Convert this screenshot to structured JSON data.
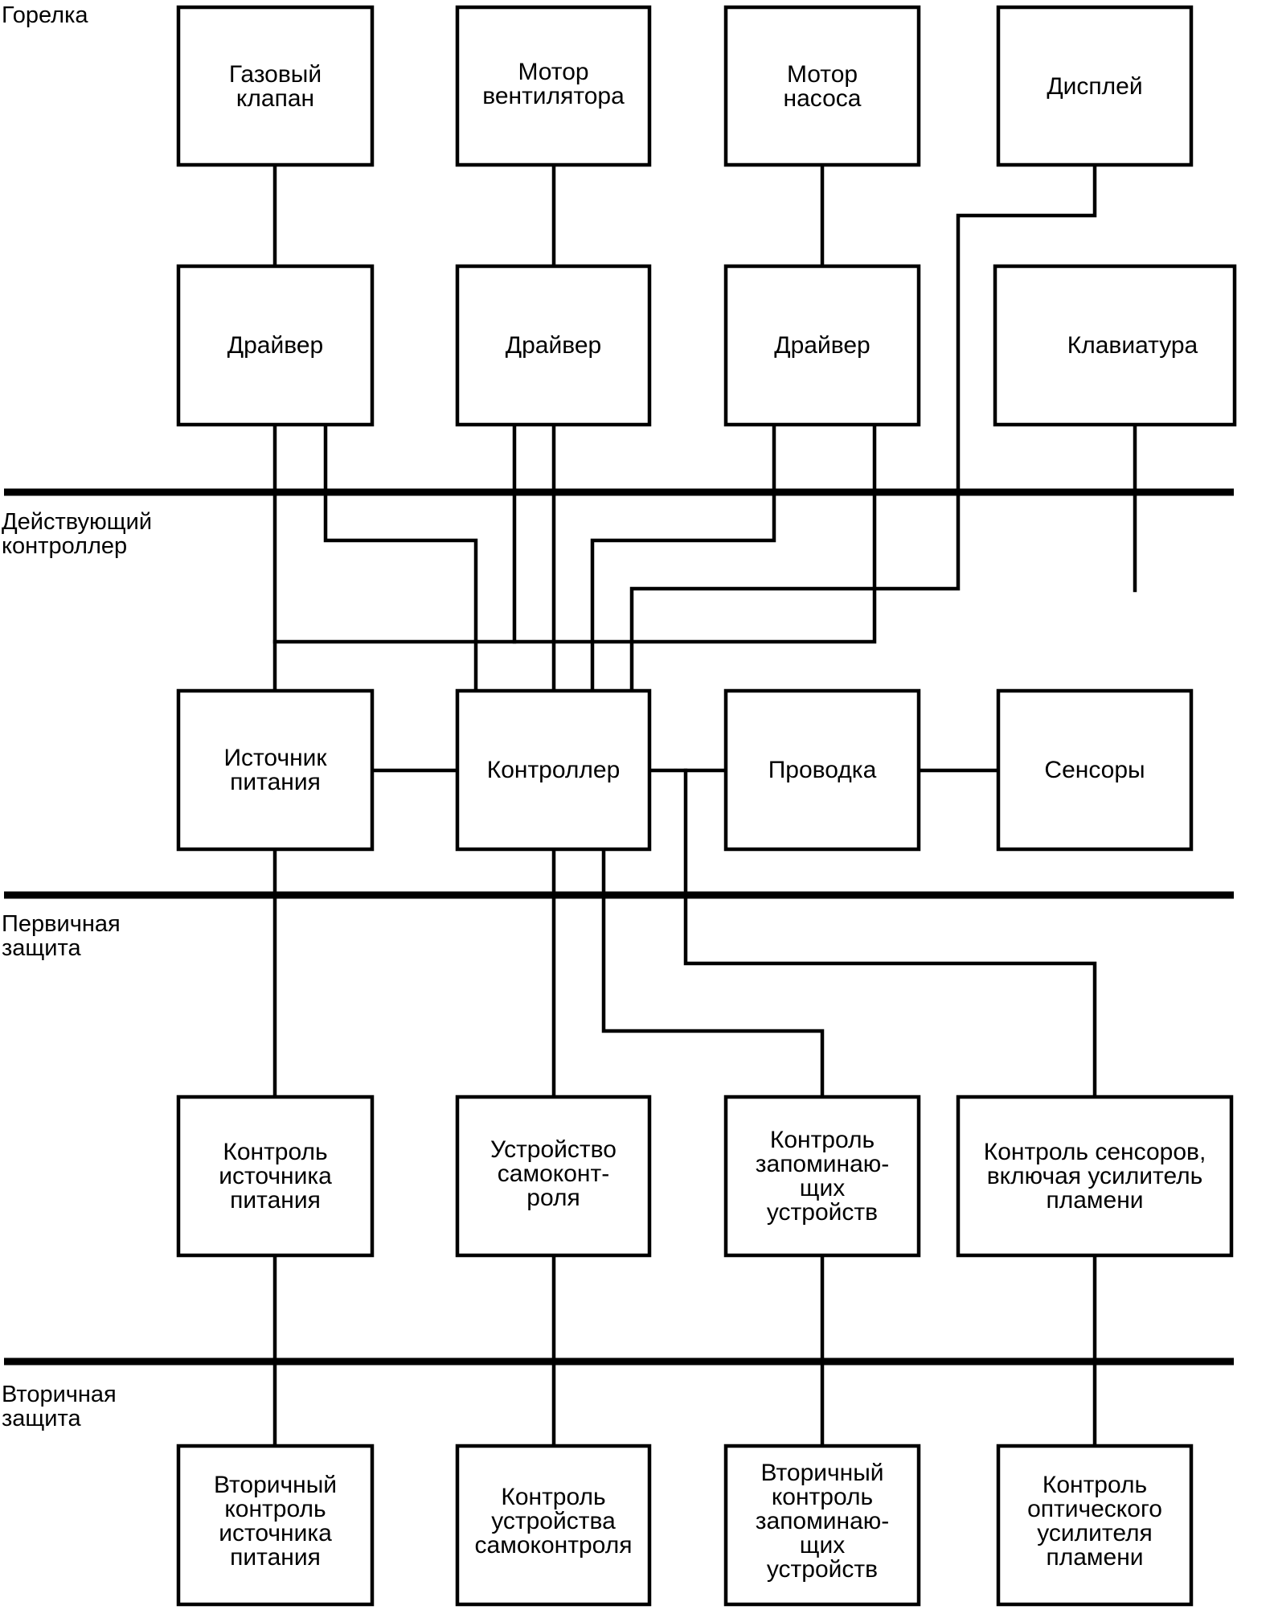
{
  "zones": {
    "burner": [
      "Горелка"
    ],
    "operating_controller": [
      "Действующий",
      "контроллер"
    ],
    "primary_protection": [
      "Первичная",
      "защита"
    ],
    "secondary_protection": [
      "Вторичная",
      "защита"
    ]
  },
  "blocks": {
    "gas_valve": [
      "Газовый",
      "клапан"
    ],
    "fan_motor": [
      "Мотор",
      "вентилятора"
    ],
    "pump_motor": [
      "Мотор",
      "насоса"
    ],
    "display": [
      "Дисплей"
    ],
    "driver_1": [
      "Драйвер"
    ],
    "driver_2": [
      "Драйвер"
    ],
    "driver_3": [
      "Драйвер"
    ],
    "keyboard": [
      "Клавиатура"
    ],
    "power_supply": [
      "Источник",
      "питания"
    ],
    "controller": [
      "Контроллер"
    ],
    "wiring": [
      "Проводка"
    ],
    "sensors": [
      "Сенсоры"
    ],
    "power_supply_monitor": [
      "Контроль",
      "источника",
      "питания"
    ],
    "self_test_device": [
      "Устройство",
      "самоконт-",
      "роля"
    ],
    "memory_monitor": [
      "Контроль",
      "запоминаю-",
      "щих",
      "устройств"
    ],
    "sensor_monitor": [
      "Контроль сенсоров,",
      "включая усилитель",
      "пламени"
    ],
    "secondary_power_monitor": [
      "Вторичный",
      "контроль",
      "источника",
      "питания"
    ],
    "self_test_monitor": [
      "Контроль",
      "устройства",
      "самоконтроля"
    ],
    "secondary_memory_monitor": [
      "Вторичный",
      "контроль",
      "запоминаю-",
      "щих",
      "устройств"
    ],
    "optical_amp_monitor": [
      "Контроль",
      "оптического",
      "усилителя",
      "пламени"
    ]
  }
}
